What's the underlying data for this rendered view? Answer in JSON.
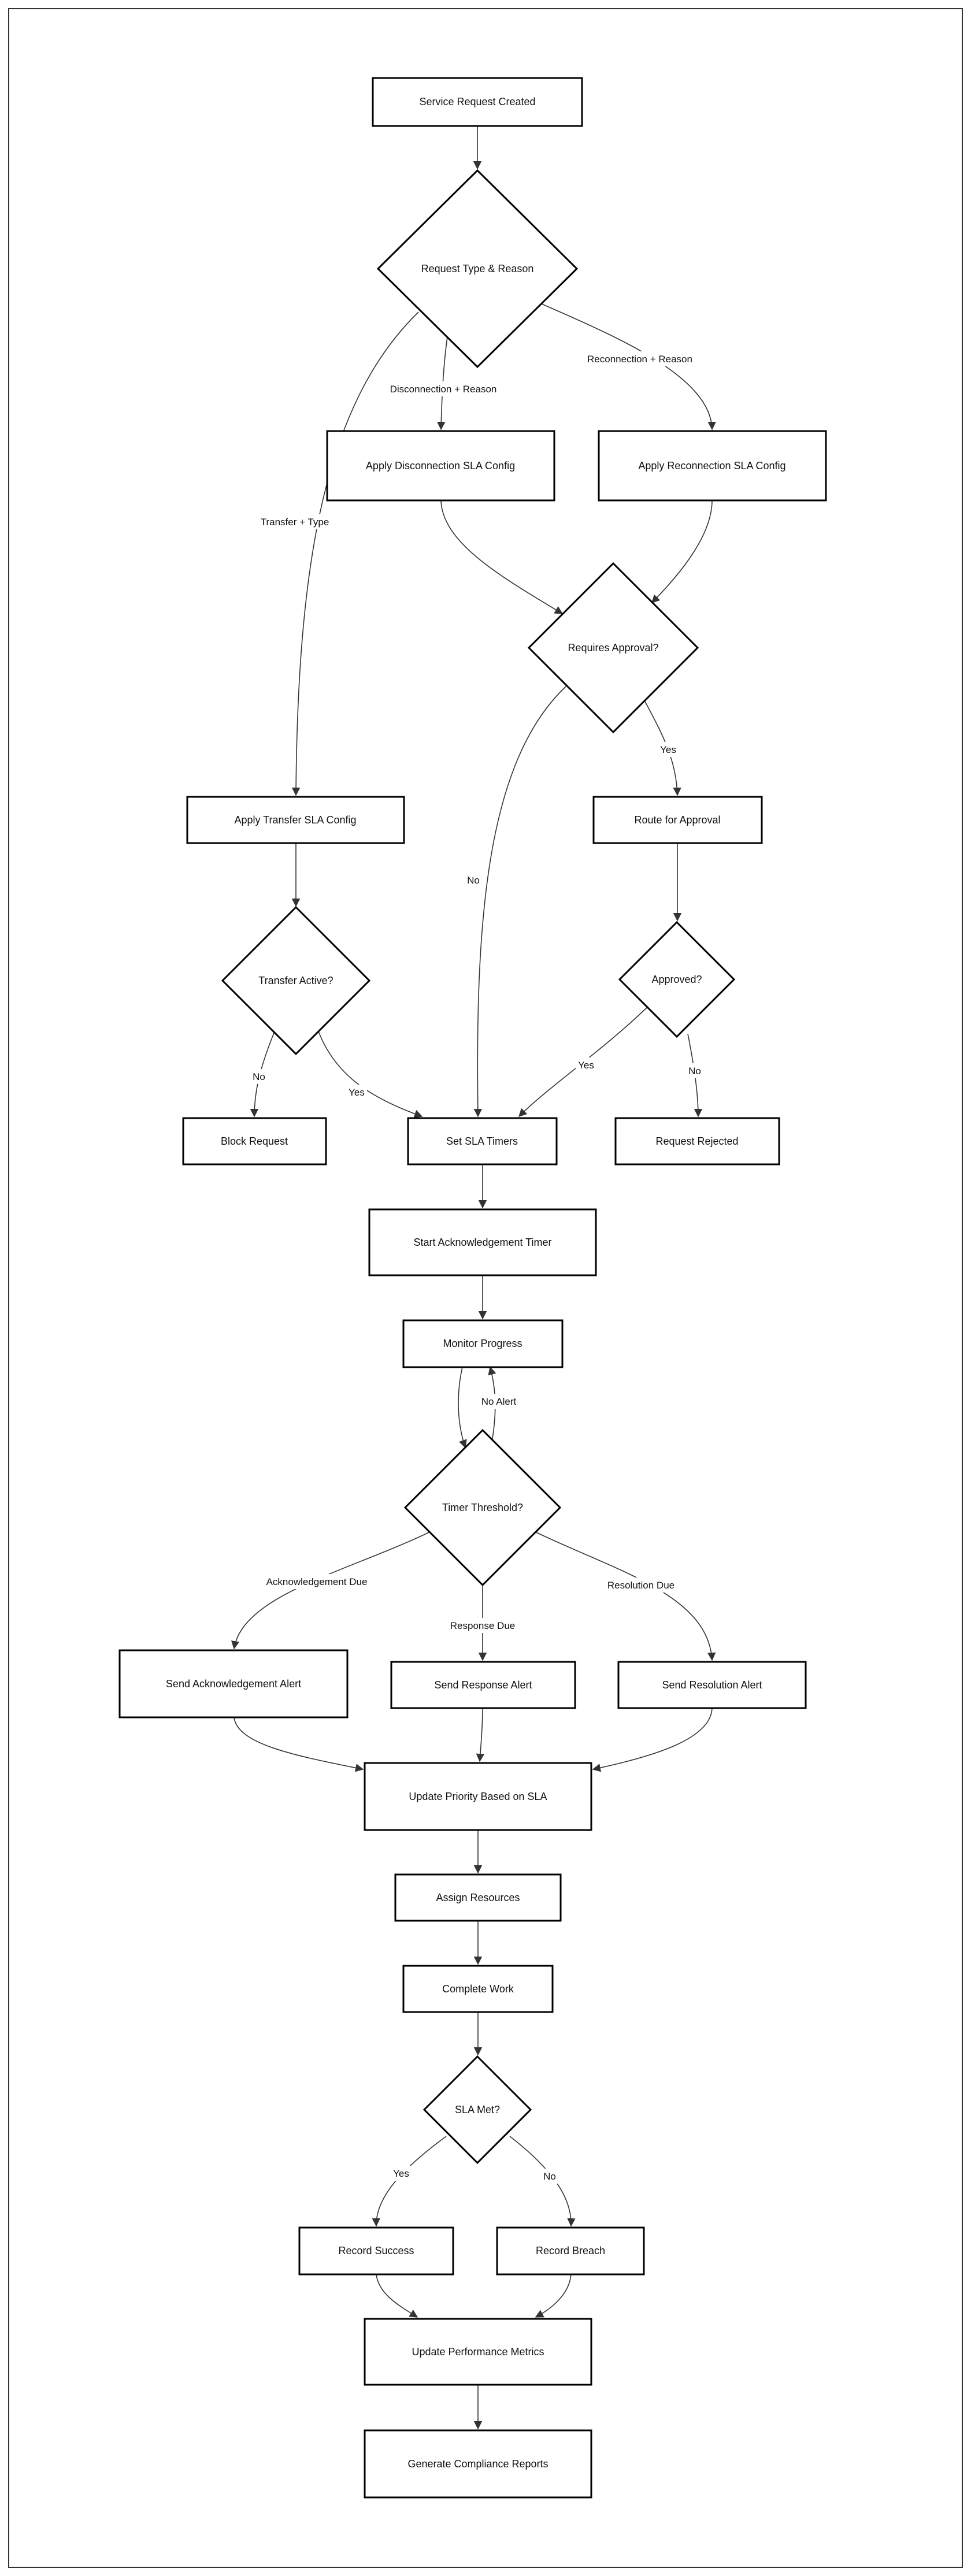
{
  "diagram": {
    "nodes": {
      "n_created": "Service Request Created",
      "n_type": "Request Type & Reason",
      "n_disc": "Apply Disconnection SLA Config",
      "n_reco": "Apply Reconnection SLA Config",
      "n_req": "Requires Approval?",
      "n_transfer": "Apply Transfer SLA Config",
      "n_route": "Route for Approval",
      "n_tactive": "Transfer Active?",
      "n_approved": "Approved?",
      "n_block": "Block Request",
      "n_timers": "Set SLA Timers",
      "n_rejected": "Request Rejected",
      "n_ack": "Start Acknowledgement Timer",
      "n_monitor": "Monitor Progress",
      "n_threshold": "Timer Threshold?",
      "n_ackalert": "Send Acknowledgement Alert",
      "n_respalert": "Send Response Alert",
      "n_resalert": "Send Resolution Alert",
      "n_priority": "Update Priority Based on SLA",
      "n_assign": "Assign Resources",
      "n_complete": "Complete Work",
      "n_slamet": "SLA Met?",
      "n_success": "Record Success",
      "n_breach": "Record Breach",
      "n_metrics": "Update Performance Metrics",
      "n_reports": "Generate Compliance Reports"
    },
    "edge_labels": {
      "e_disc": "Disconnection + Reason",
      "e_reco": "Reconnection + Reason",
      "e_transfer": "Transfer + Type",
      "e_req_yes": "Yes",
      "e_req_no": "No",
      "e_tactive_no": "No",
      "e_tactive_yes": "Yes",
      "e_appr_yes": "Yes",
      "e_appr_no": "No",
      "e_noalert": "No Alert",
      "e_ackdue": "Acknowledgement Due",
      "e_respdue": "Response Due",
      "e_resdue": "Resolution Due",
      "e_sla_yes": "Yes",
      "e_sla_no": "No"
    }
  }
}
